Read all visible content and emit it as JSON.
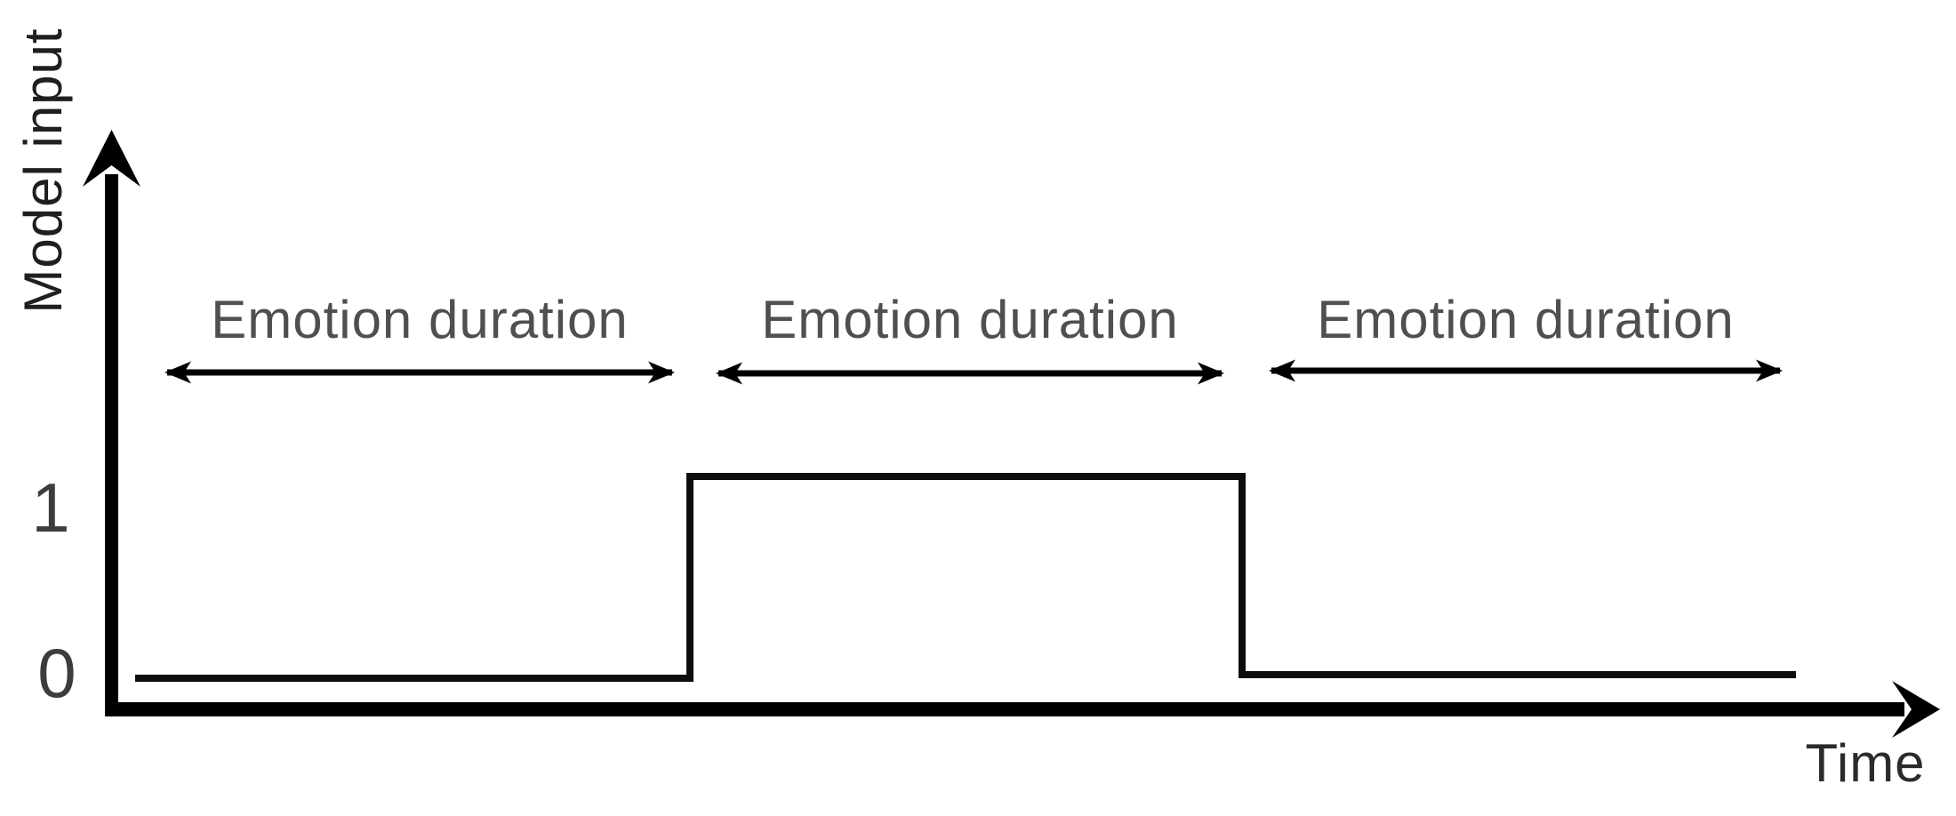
{
  "figure": {
    "background_color": "#ffffff",
    "line_color": "#000000",
    "signal_line_color": "#0d0d0d",
    "duration_text_color": "#4f4f4f",
    "y_axis_label": "Model input",
    "x_axis_label": "Time",
    "y_tick_high": "1",
    "y_tick_low": "0",
    "duration_labels": [
      "Emotion duration",
      "Emotion duration",
      "Emotion duration"
    ]
  },
  "chart_data": {
    "type": "line",
    "subtype": "step",
    "title": "",
    "xlabel": "Time",
    "ylabel": "Model input",
    "x": [
      0,
      1,
      1,
      2,
      2,
      3
    ],
    "y": [
      0,
      0,
      1,
      1,
      0,
      0
    ],
    "yticks": [
      0,
      1
    ],
    "xticks": [],
    "ylim": [
      0,
      1
    ],
    "grid": false,
    "legend": false,
    "annotations": [
      {
        "text": "Emotion duration",
        "x_span": [
          0,
          1
        ],
        "style": "double-headed-arrow"
      },
      {
        "text": "Emotion duration",
        "x_span": [
          1,
          2
        ],
        "style": "double-headed-arrow"
      },
      {
        "text": "Emotion duration",
        "x_span": [
          2,
          3
        ],
        "style": "double-headed-arrow"
      }
    ]
  }
}
